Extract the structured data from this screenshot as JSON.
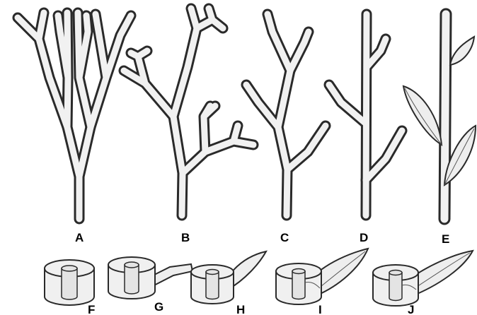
{
  "labels": {
    "a": "A",
    "b": "B",
    "c": "C",
    "d": "D",
    "e": "E",
    "f": "F",
    "g": "G",
    "h": "H",
    "i": "I",
    "j": "J"
  },
  "colors": {
    "ink": "#2a2a2a",
    "fill": "#f1f1f1"
  }
}
